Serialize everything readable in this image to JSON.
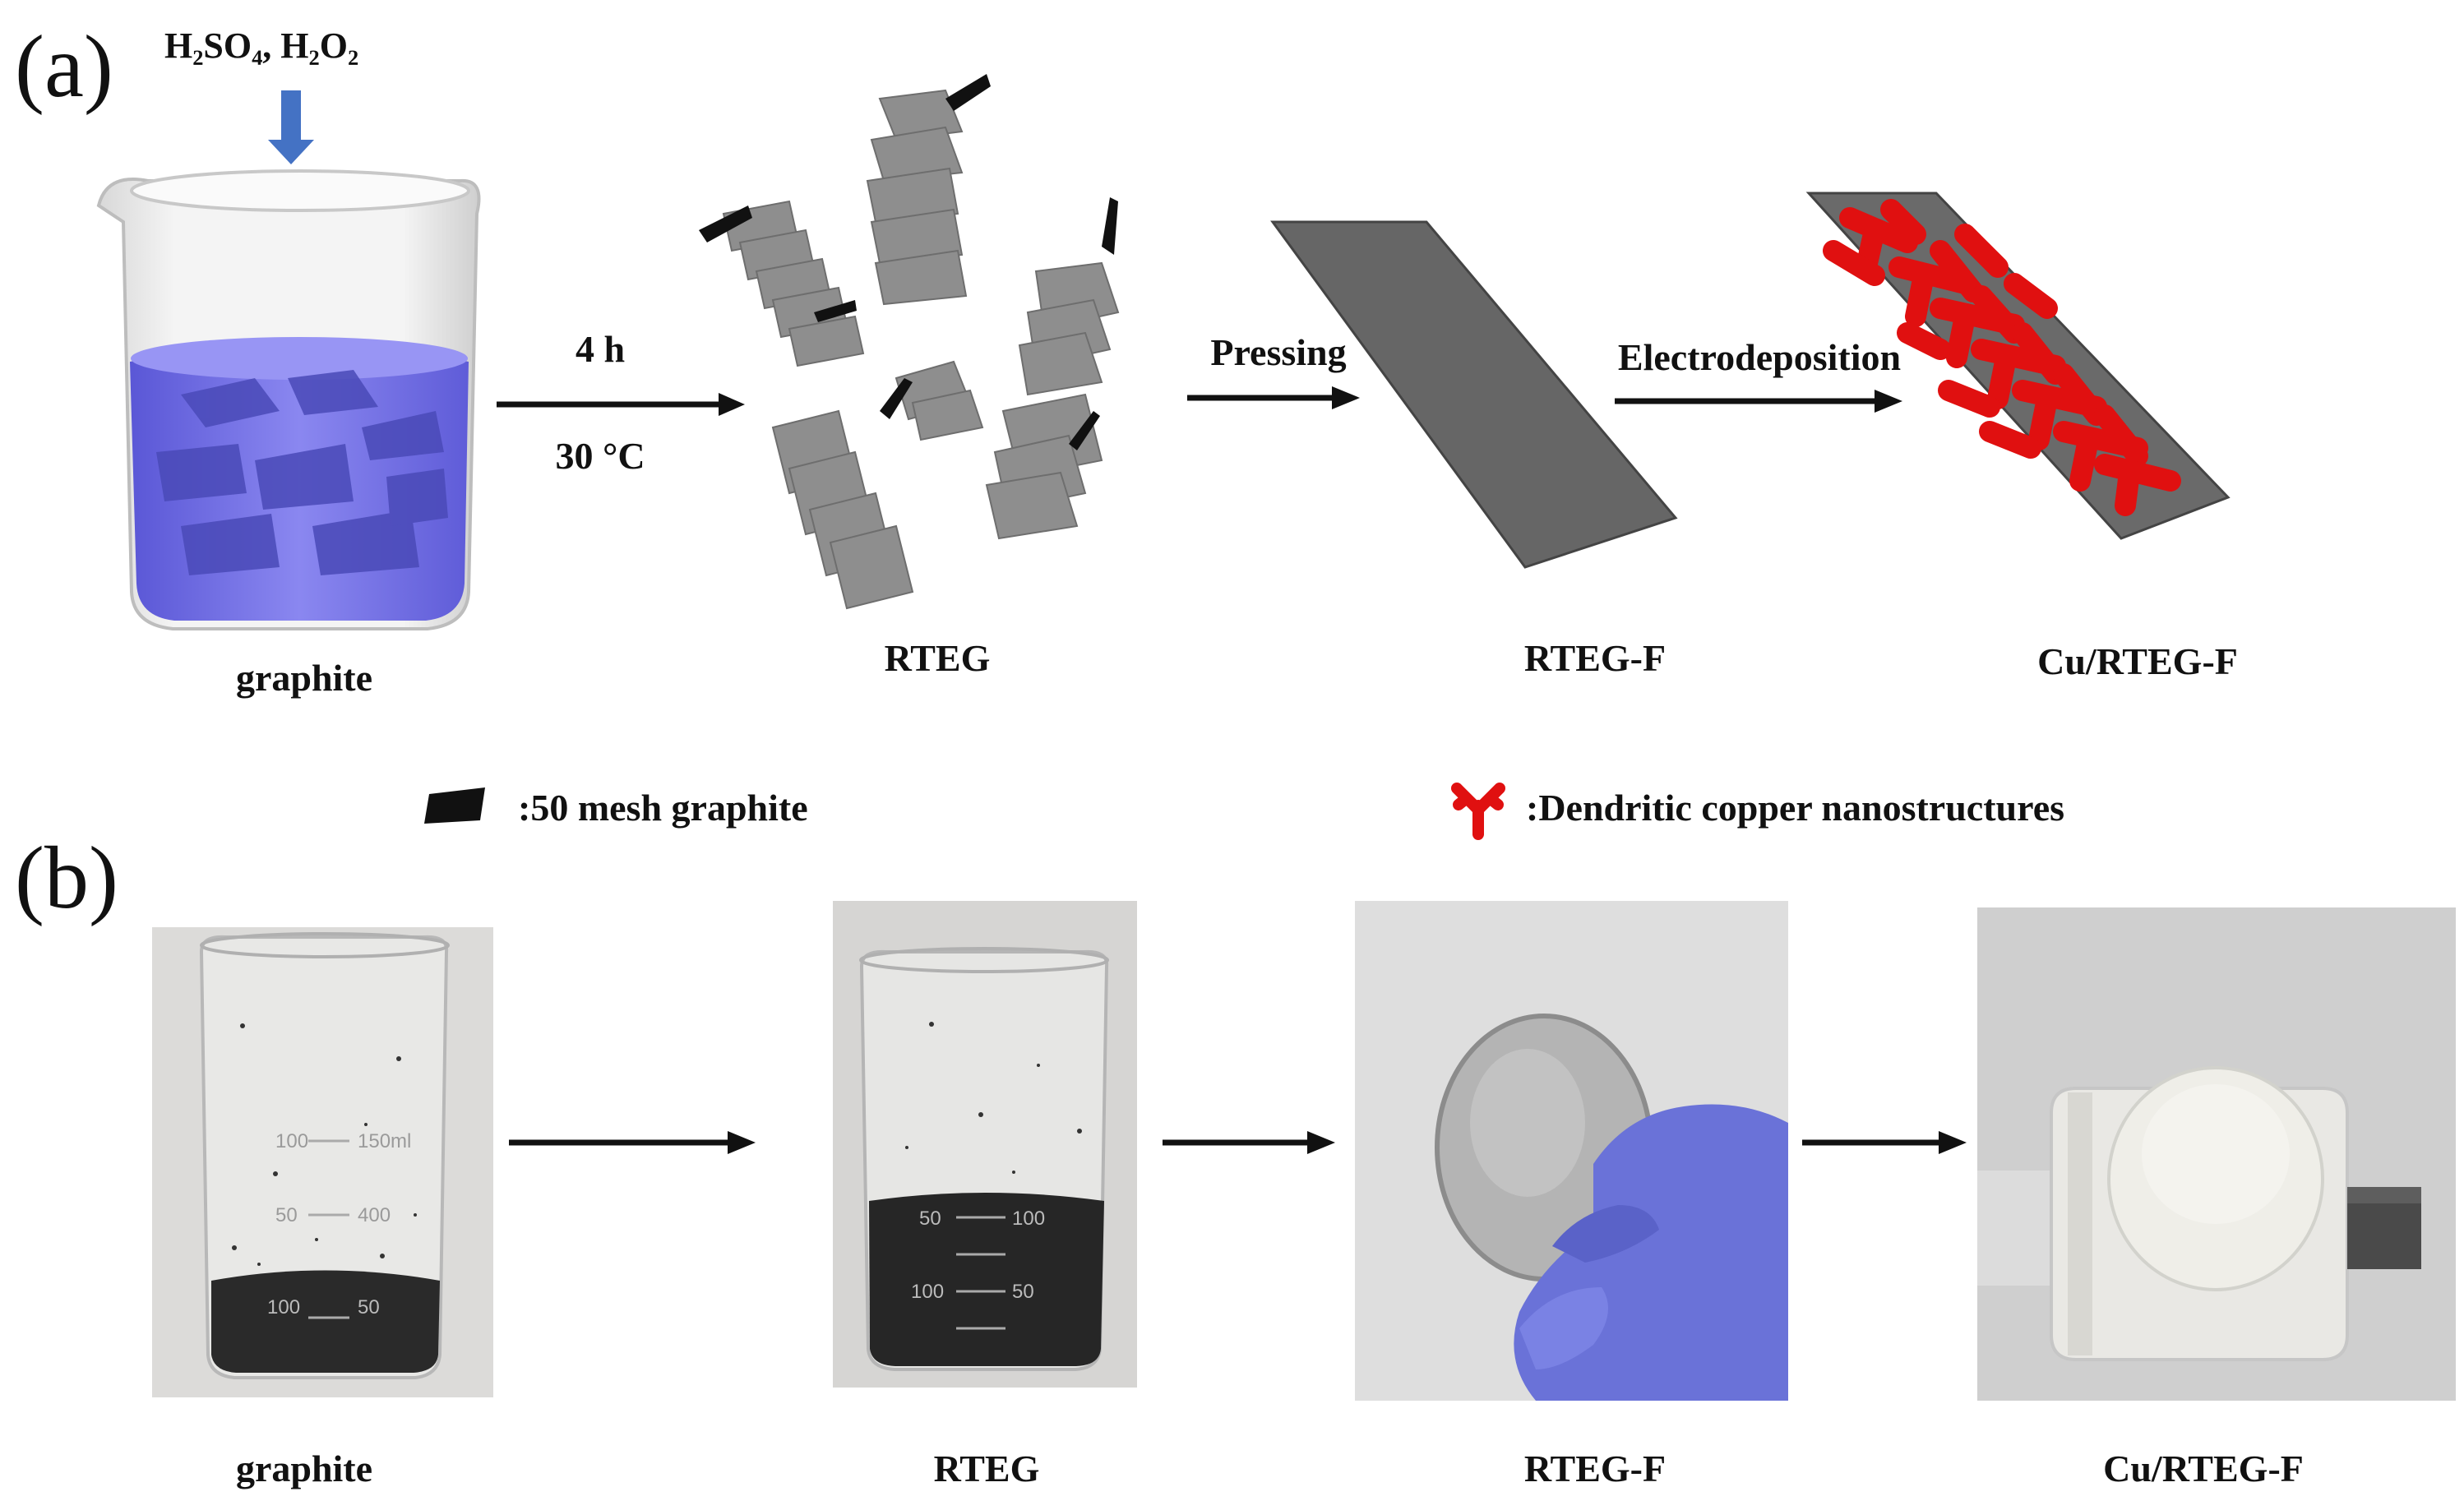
{
  "panel_a": {
    "letter": "(a)",
    "reagent_label": "H₂SO₄, H₂O₂",
    "step1_top": "4 h",
    "step1_bottom": "30 °C",
    "step2": "Pressing",
    "step3": "Electrodeposition",
    "labels": [
      "graphite",
      "RTEG",
      "RTEG-F",
      "Cu/RTEG-F"
    ]
  },
  "legend": {
    "graphite": ":50 mesh graphite",
    "copper": ":Dendritic copper nanostructures"
  },
  "panel_b": {
    "letter": "(b)",
    "labels": [
      "graphite",
      "RTEG",
      "RTEG-F",
      "Cu/RTEG-F"
    ],
    "beaker1_marks": [
      "150ml",
      "100",
      "50",
      "400",
      "100",
      "50"
    ],
    "beaker2_marks": [
      "50",
      "100",
      "100",
      "50"
    ]
  },
  "colors": {
    "arrow_blue": "#4472c4",
    "solution_blue": "#7b78e8",
    "copper_red": "#e01010",
    "film_gray": "#666666",
    "glove_blue": "#6a72d8"
  }
}
